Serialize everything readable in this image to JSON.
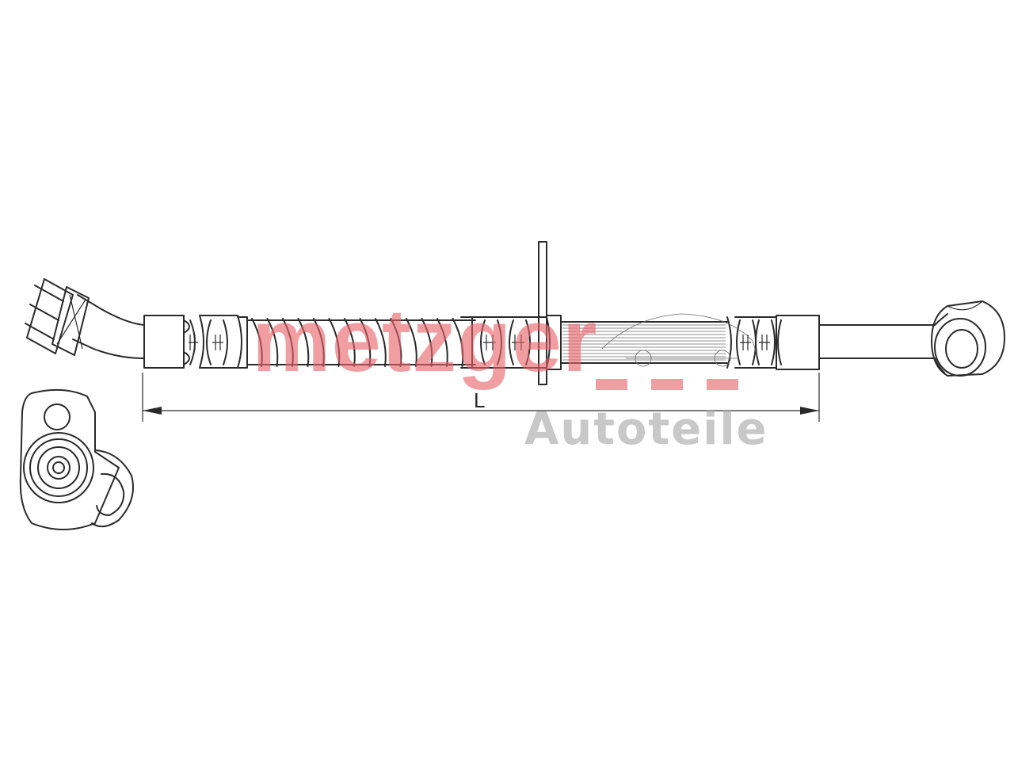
{
  "dimension": {
    "label": "L"
  },
  "watermark": {
    "brand": "metzger",
    "subtitle": "Autoteile",
    "brand_color": "#e8626b",
    "subtitle_color": "#9a9a9a"
  },
  "line_color": "#2a2a2a"
}
